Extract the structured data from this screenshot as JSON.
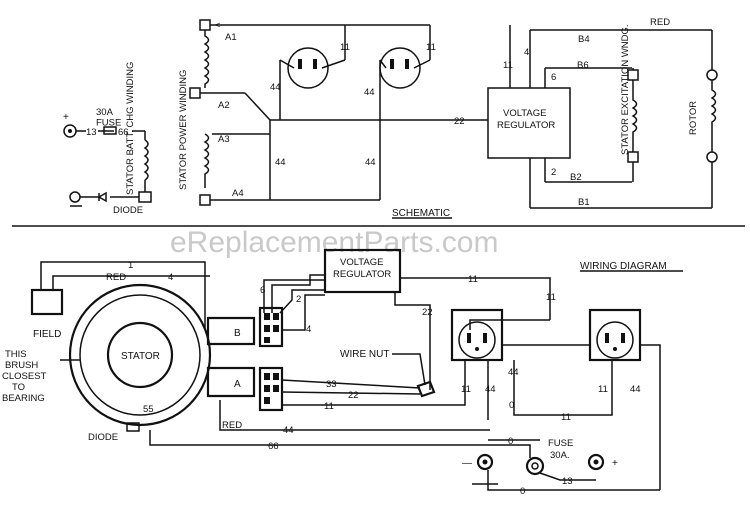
{
  "watermark": "eReplacementParts.com",
  "schematic": {
    "title": "SCHEMATIC",
    "plus": "+",
    "fuse": "30A\nFUSE",
    "wire_13": "13",
    "wire_66": "66",
    "diode": "DIODE",
    "batt_winding": "STATOR BATT. CHG WINDING",
    "power_winding": "STATOR POWER WINDING",
    "a1": "A1",
    "a2": "A2",
    "a3": "A3",
    "a4": "A4",
    "w11a": "11",
    "w11b": "11",
    "w11c": "11",
    "w44a": "44",
    "w44b": "44",
    "w44c": "44",
    "w44d": "44",
    "w22": "22",
    "vr_line1": "VOLTAGE",
    "vr_line2": "REGULATOR",
    "w4": "4",
    "w6": "6",
    "w2": "2",
    "red": "RED",
    "b4": "B4",
    "b6": "B6",
    "b2": "B2",
    "b1": "B1",
    "excitation": "STATOR EXCITATION WNDG.",
    "rotor": "ROTOR"
  },
  "wiring": {
    "title": "WIRING DIAGRAM",
    "field": "FIELD",
    "brush_note": [
      "THIS",
      "BRUSH",
      "CLOSEST",
      "TO",
      "BEARING"
    ],
    "red1": "RED",
    "red2": "RED",
    "w1": "1",
    "w4a": "4",
    "w4b": "4",
    "w6": "6",
    "w2": "2",
    "vr_line1": "VOLTAGE",
    "vr_line2": "REGULATOR",
    "w11a": "11",
    "w11b": "11",
    "w11c": "11",
    "w11d": "11",
    "w11e": "11",
    "w11f": "11",
    "w22a": "22",
    "w22b": "22",
    "w33": "33",
    "w44a": "44",
    "w44b": "44",
    "w44c": "44",
    "w44d": "44",
    "w55": "55",
    "w66": "66",
    "w0a": "0",
    "w0b": "0",
    "w0c": "0",
    "w13": "13",
    "stator": "STATOR",
    "conn_a": "A",
    "conn_b": "B",
    "wire_nut": "WIRE NUT",
    "diode": "DIODE",
    "fuse": "FUSE",
    "fuse_rating": "30A.",
    "minus": "—",
    "plus": "+"
  }
}
